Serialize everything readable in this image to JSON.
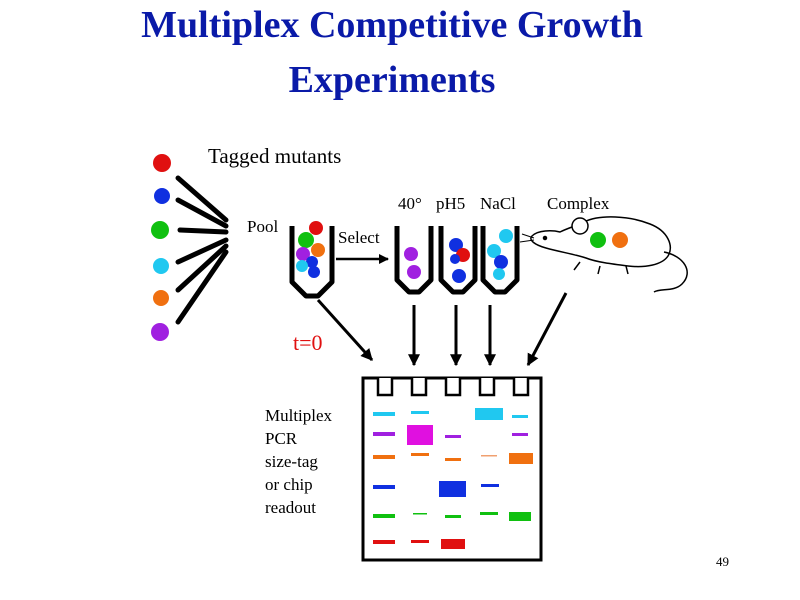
{
  "title_line1": "Multiplex Competitive Growth",
  "title_line2": "Experiments",
  "tagged_mutants_label": "Tagged mutants",
  "pool_label": "Pool",
  "select_label": "Select",
  "conditions": {
    "c40": "40°",
    "ph5": "pH5",
    "nacl": "NaCl",
    "complex": "Complex"
  },
  "t0_label": "t=0",
  "readout_lines": [
    "Multiplex",
    "PCR",
    "size-tag",
    "or chip",
    "readout"
  ],
  "page_number": "49",
  "colors": {
    "title": "#0a1aa8",
    "red": "#e01010",
    "blue": "#1030e0",
    "green": "#10c010",
    "cyan": "#20c8f0",
    "orange": "#f07010",
    "purple": "#a020e0"
  }
}
